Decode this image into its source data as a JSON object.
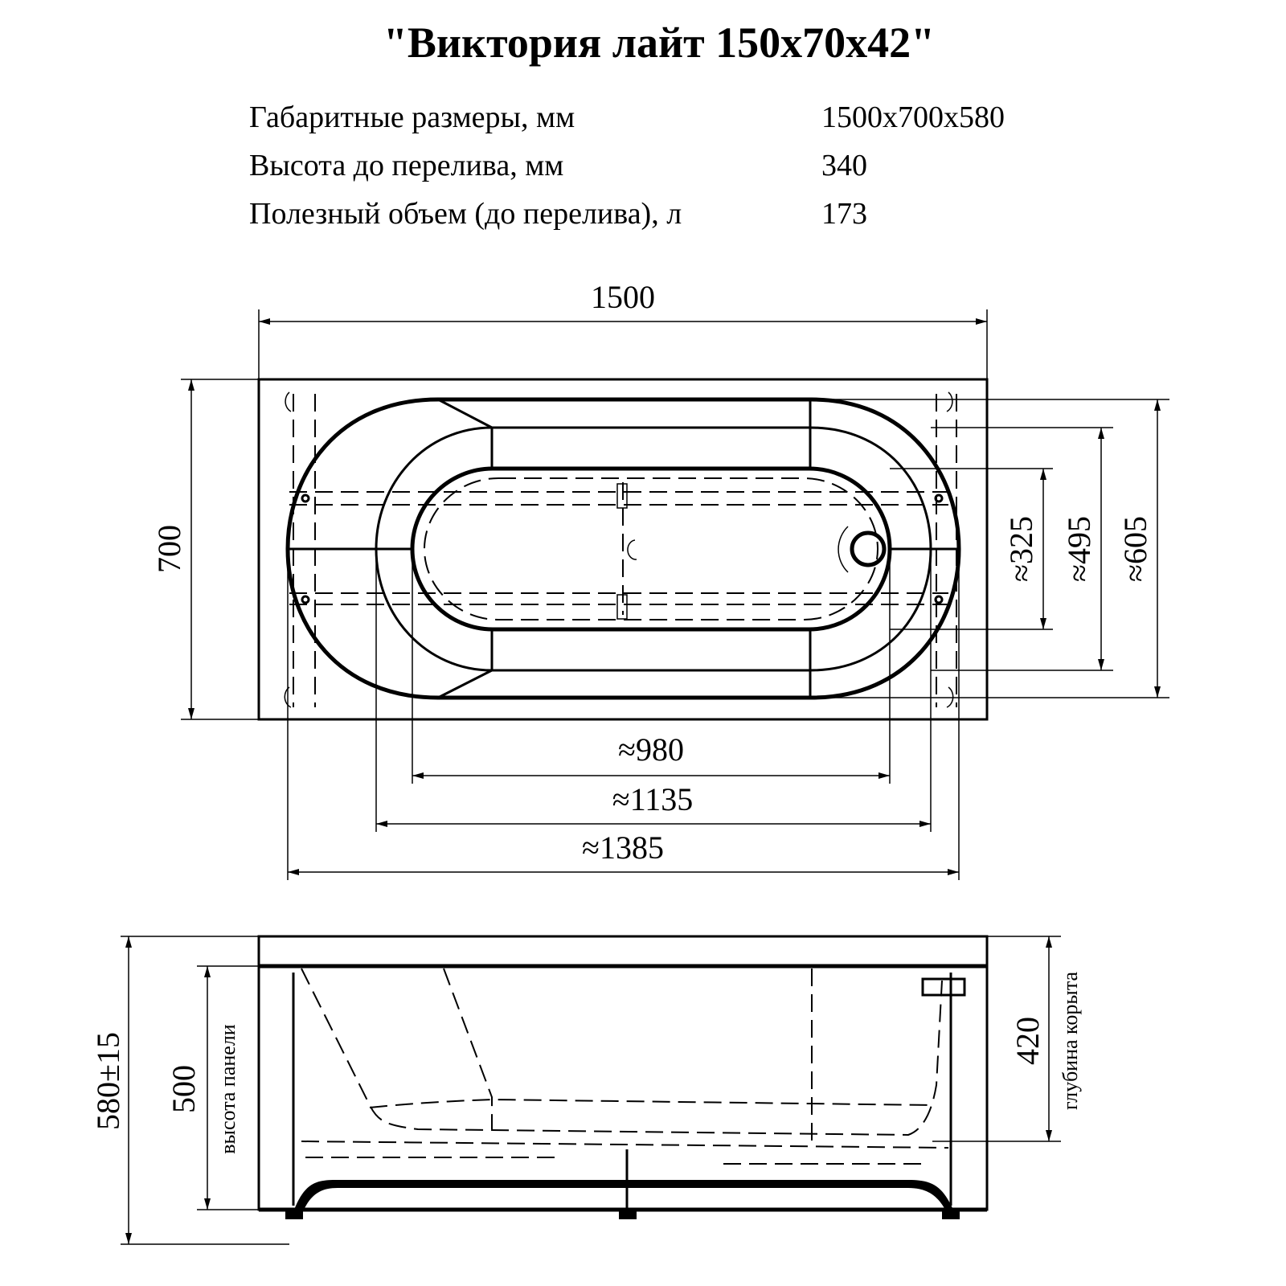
{
  "title": "\"Виктория лайт 150x70x42\"",
  "specs": [
    {
      "label": "Габаритные размеры, мм",
      "value": "1500x700x580"
    },
    {
      "label": "Высота до перелива, мм",
      "value": "340"
    },
    {
      "label": "Полезный объем (до перелива), л",
      "value": "173"
    }
  ],
  "top_view": {
    "length": "1500",
    "width": "700",
    "inner_width_1": "≈325",
    "inner_width_2": "≈495",
    "inner_width_3": "≈605",
    "inner_length_1": "≈980",
    "inner_length_2": "≈1135",
    "inner_length_3": "≈1385"
  },
  "side_view": {
    "total_height": "580±15",
    "panel_height": "500",
    "panel_height_label": "высота панели",
    "depth": "420",
    "depth_label": "глубина корыта"
  }
}
